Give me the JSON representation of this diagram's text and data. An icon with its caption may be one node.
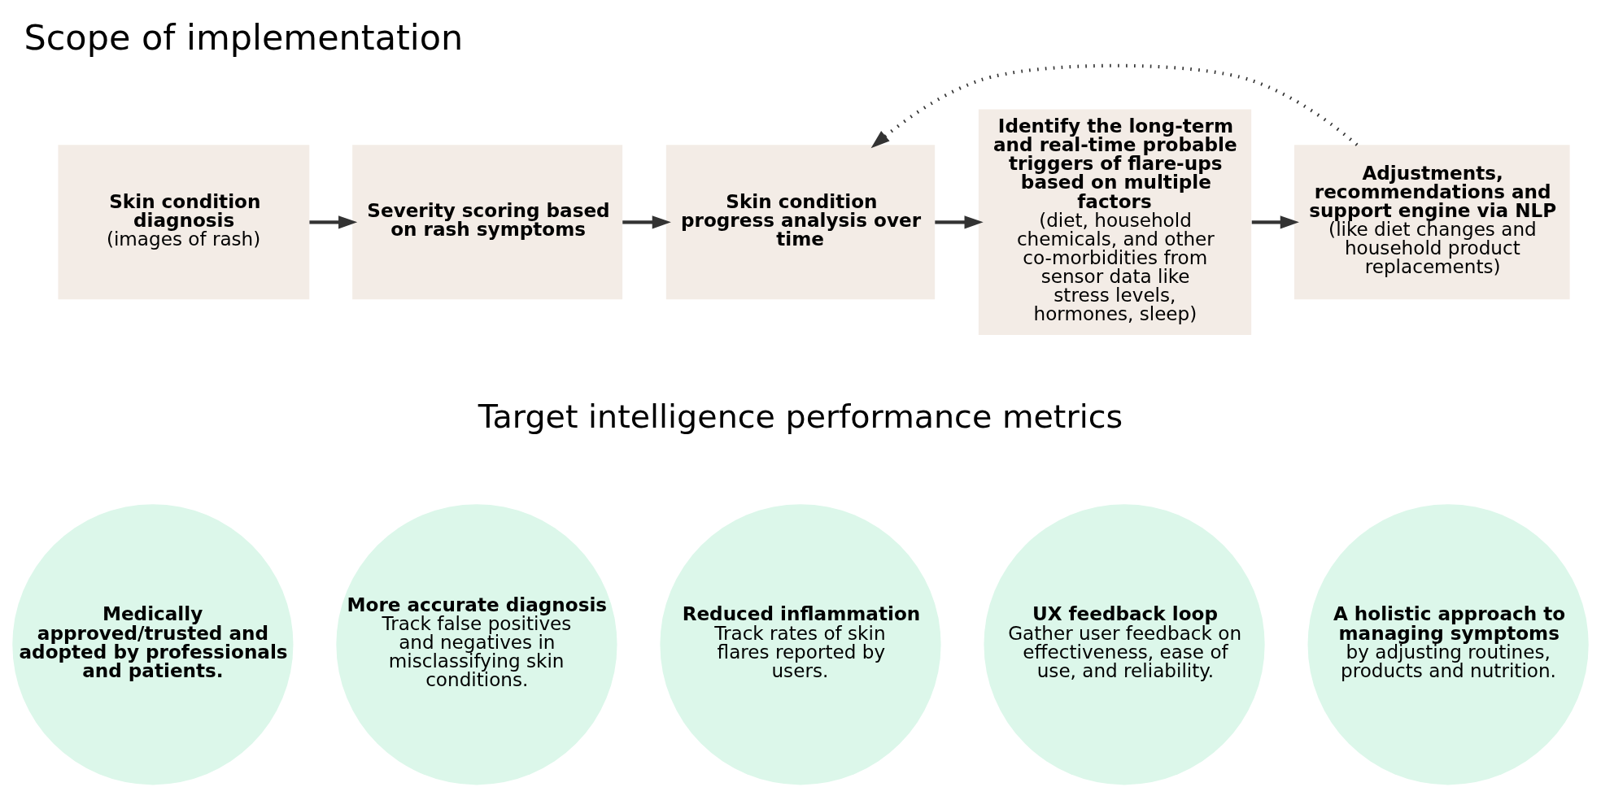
{
  "diagram": {
    "title": "Scope of implementation",
    "nodes": [
      {
        "text": [
          "Skin condition diagnosis",
          "(images of rash)"
        ]
      },
      {
        "text": [
          "Severity scoring based on rash symptoms"
        ]
      },
      {
        "text": [
          "Skin condition progress analysis over time"
        ]
      },
      {
        "text": [
          "Identify the long-term and real-time probable triggers of flare-ups based on multiple factors",
          "(diet, household chemicals, and other co-morbidities from sensor data like stress levels, hormones, sleep)"
        ]
      },
      {
        "text": [
          "Adjustments, recommendations and support engine via NLP",
          "(like diet changes and household product replacements)"
        ]
      },
      {
        "text": [
          "Medically approved/trusted and adopted by professionals and patients."
        ]
      },
      {
        "text": [
          "More accurate diagnosis",
          "Track false positives and negatives in misclassifying skin conditions."
        ]
      },
      {
        "text": [
          "Reduced inflammation",
          "Track rates of skin flares reported by users."
        ]
      },
      {
        "text": [
          "UX feedback loop",
          "Gather user feedback on effectiveness, ease of use, and reliability."
        ]
      },
      {
        "text": [
          "A holistic approach to managing symptoms",
          "by adjusting routines, products and nutrition."
        ]
      }
    ],
    "edges": [
      {
        "from": 0,
        "to": 1,
        "arrow": "to"
      },
      {
        "from": 1,
        "to": 2,
        "arrow": "to"
      },
      {
        "from": 2,
        "to": 3,
        "arrow": "to"
      },
      {
        "from": 3,
        "to": 4,
        "arrow": "to"
      },
      {
        "from": 4,
        "to": 2,
        "arrow": "to",
        "style": "dashed"
      }
    ],
    "labels": [
      "Target intelligence performance metrics"
    ]
  }
}
